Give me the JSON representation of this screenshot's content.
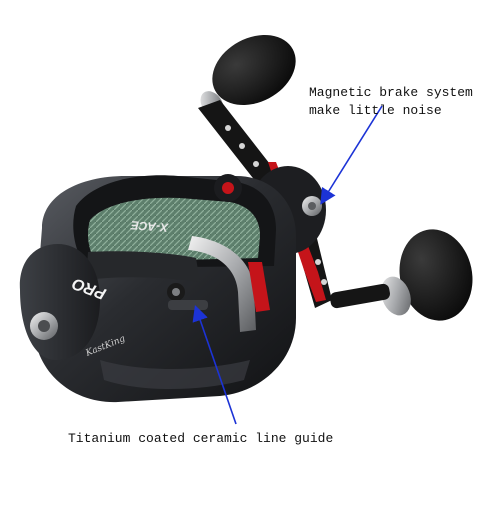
{
  "callouts": {
    "top": {
      "line1": "Magnetic brake system",
      "line2": "make little noise"
    },
    "bottom": {
      "text": "Titanium coated ceramic line guide"
    }
  },
  "reel_labels": {
    "model": "X-ACE",
    "series": "PRO",
    "brand": "KastKing"
  },
  "colors": {
    "arrow": "#1c33d6",
    "body": "#2a2c30",
    "handle_accent": "#c5141a",
    "knob": "#141414",
    "line_spool": "#5d7f6c"
  }
}
